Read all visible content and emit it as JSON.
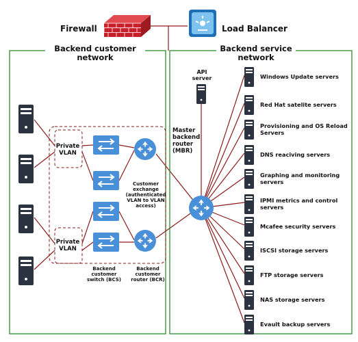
{
  "labels": {
    "firewall": "Firewall",
    "load_balancer": "Load Balancer",
    "customer_network": "Backend customer network",
    "service_network": "Backend service network",
    "private_vlan_top": "Private VLAN",
    "private_vlan_bottom": "Private VLAN",
    "customer_exchange": "Customer exchange (authenticated VLAN to VLAN access)",
    "bcs": "Backend customer switch (BCS)",
    "bcr": "Backend customer router (BCR)",
    "mbr": "Master backend router (MBR)",
    "api_server": "API server"
  },
  "services": [
    "Windows Update servers",
    "Red Hat satelite servers",
    "Provisioning and OS Reload Servers",
    "DNS reaciving servers",
    "Graphing and monitoring servers",
    "IPMI metrics and control servers",
    "Mcafee security servers",
    "ISCSI storage servers",
    "FTP storage servers",
    "NAS storage servers",
    "Evault backup servers"
  ],
  "colors": {
    "link": "#8b1a1a",
    "frame": "#2e8b2e",
    "dashed": "#8b1a1a",
    "device_blue": "#4a90d9",
    "server_dark": "#2b3340",
    "firewall_red": "#c8202a"
  },
  "icons": {
    "firewall": "brick-wall-icon",
    "load_balancer": "load-balancer-icon",
    "server": "server-tower-icon",
    "switch": "switch-icon",
    "router": "router-icon"
  }
}
